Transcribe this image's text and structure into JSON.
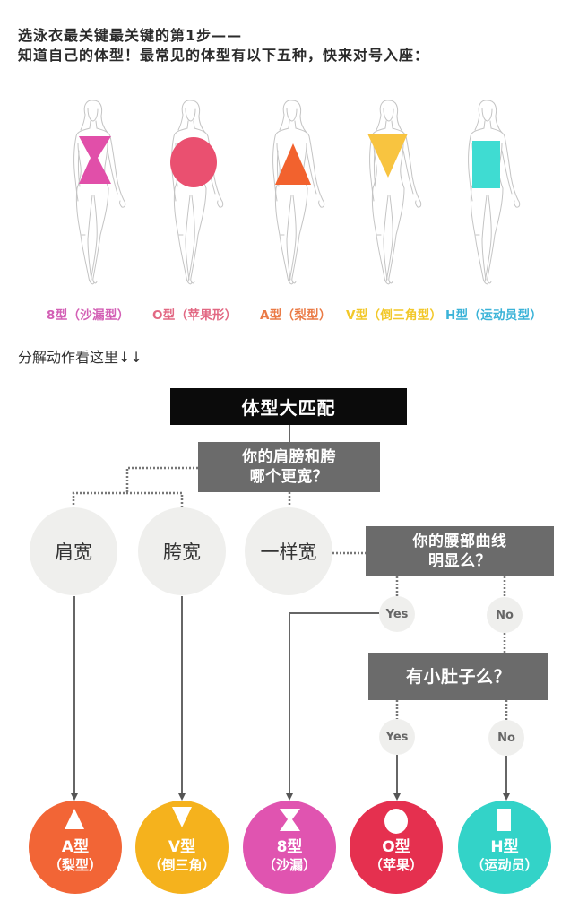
{
  "intro": {
    "line1": "选泳衣最关键最关键的第1步——",
    "line2": "知道自己的体型！最常见的体型有以下五种，快来对号入座："
  },
  "figures": [
    {
      "label": "8型（沙漏型）",
      "shape": "hourglass",
      "color": "#e14fa9",
      "label_color": "#d35fb5"
    },
    {
      "label": "O型（苹果形）",
      "shape": "circle",
      "color": "#ea5070",
      "label_color": "#e26883"
    },
    {
      "label": "A型（梨型）",
      "shape": "triangle-up",
      "color": "#f2622e",
      "label_color": "#ea7a45"
    },
    {
      "label": "V型（倒三角型）",
      "shape": "triangle-down",
      "color": "#f8c440",
      "label_color": "#f2c82a"
    },
    {
      "label": "H型（运动员型）",
      "shape": "rectangle",
      "color": "#3fdcd2",
      "label_color": "#3bb3d8"
    }
  ],
  "section_heading": "分解动作看这里↓↓",
  "flowchart": {
    "title": "体型大匹配",
    "q1": {
      "line1": "你的肩膀和胯",
      "line2": "哪个更宽？"
    },
    "answers": [
      "肩宽",
      "胯宽",
      "一样宽"
    ],
    "q2": {
      "line1": "你的腰部曲线",
      "line2": "明显么？",
      "yes": "Yes",
      "no": "No"
    },
    "q3": {
      "text": "有小肚子么？",
      "yes": "Yes",
      "no": "No"
    },
    "results": [
      {
        "type": "A型",
        "name": "（梨型）",
        "shape": "triangle-up",
        "color": "#f26536"
      },
      {
        "type": "V型",
        "name": "（倒三角）",
        "shape": "triangle-down",
        "color": "#f5b21d"
      },
      {
        "type": "8型",
        "name": "（沙漏）",
        "shape": "hourglass",
        "color": "#e054b0"
      },
      {
        "type": "O型",
        "name": "（苹果）",
        "shape": "circle",
        "color": "#e5304f"
      },
      {
        "type": "H型",
        "name": "（运动员）",
        "shape": "rectangle",
        "color": "#33d3c8"
      }
    ]
  },
  "colors": {
    "title_box": "#0b0b0b",
    "question_box": "#6b6b6b",
    "answer_circle": "#efefed",
    "line": "#666666",
    "dotted_line": "#777777",
    "figure_stroke": "#c4c4c4"
  }
}
